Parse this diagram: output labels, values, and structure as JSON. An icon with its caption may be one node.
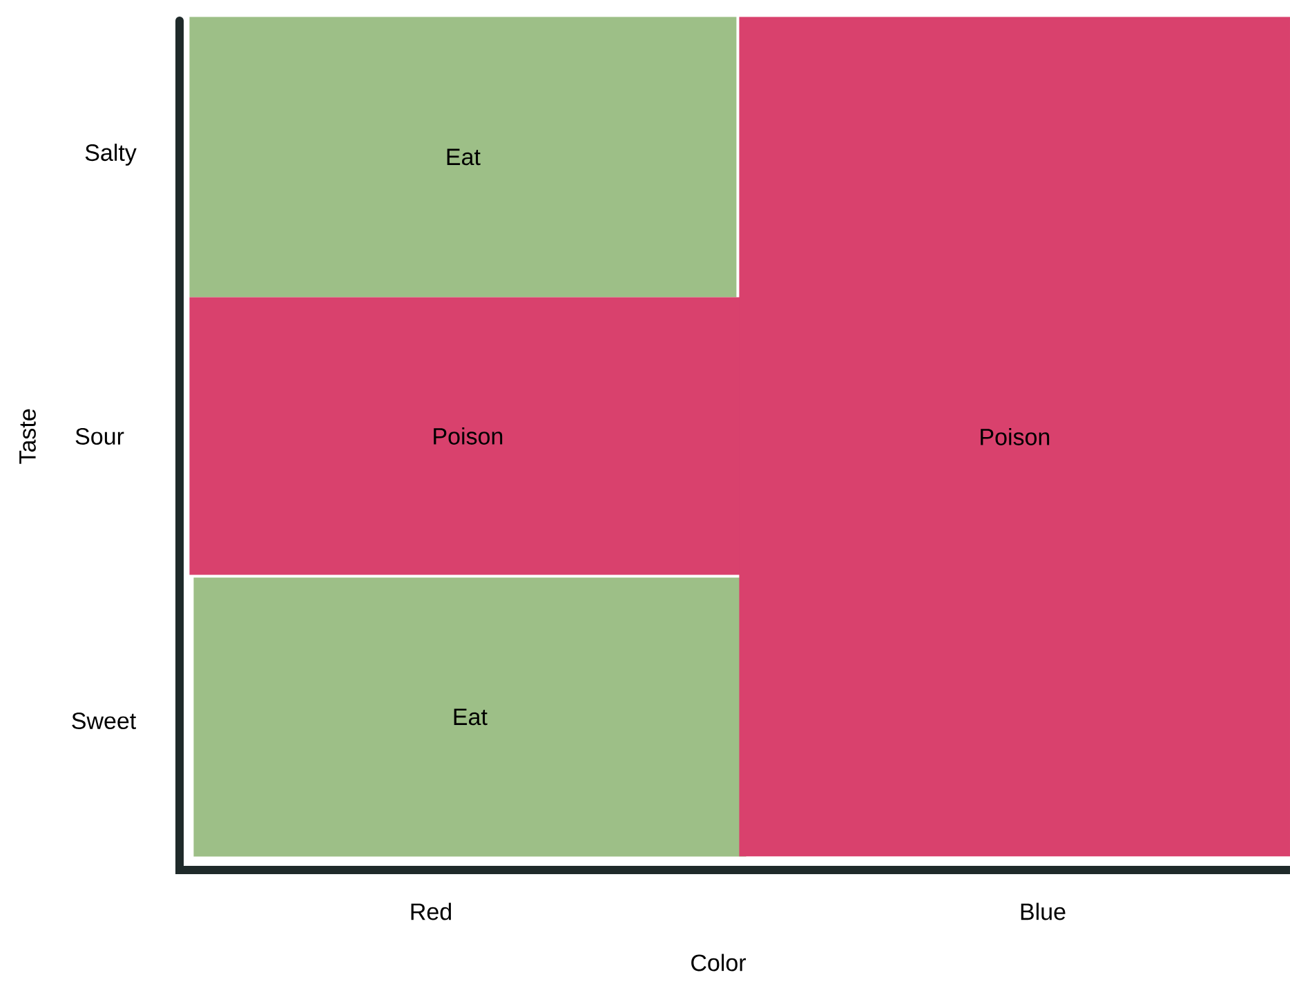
{
  "diagram": {
    "nodes": [
      {
        "text": [
          "Eat"
        ]
      },
      {
        "text": [
          "Poison"
        ]
      },
      {
        "text": [
          "Eat"
        ]
      },
      {
        "text": [
          "Poison"
        ]
      }
    ],
    "labels": [
      "Salty",
      "Taste",
      "Sour",
      "Sweet",
      "Red",
      "Blue",
      "Color"
    ]
  }
}
